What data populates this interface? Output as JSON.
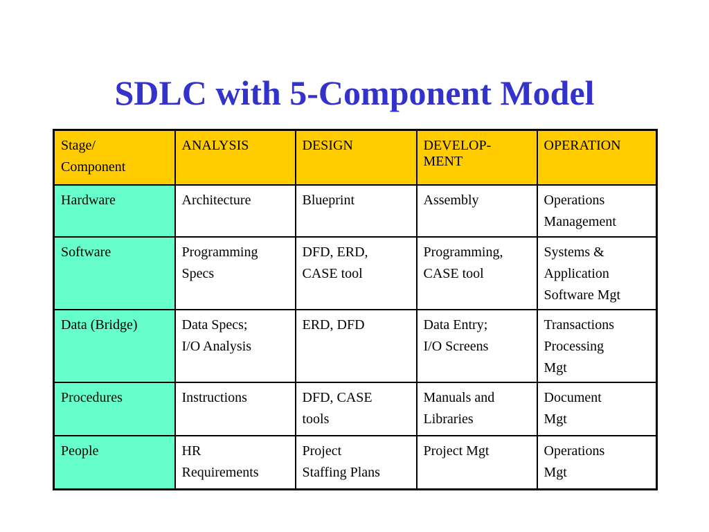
{
  "slide": {
    "title": "SDLC with 5-Component Model"
  },
  "table": {
    "header": {
      "corner": [
        "Stage/",
        "Component"
      ],
      "stages": [
        [
          "ANALYSIS"
        ],
        [
          "DESIGN"
        ],
        [
          "DEVELOP-",
          "MENT"
        ],
        [
          "OPERATION"
        ]
      ]
    },
    "rows": [
      {
        "component": "Hardware",
        "cells": [
          [
            "Architecture"
          ],
          [
            "Blueprint"
          ],
          [
            "Assembly"
          ],
          [
            "Operations",
            "Management"
          ]
        ]
      },
      {
        "component": "Software",
        "cells": [
          [
            "Programming",
            "Specs"
          ],
          [
            "DFD, ERD,",
            "CASE tool"
          ],
          [
            "Programming,",
            "CASE tool"
          ],
          [
            "Systems &",
            "Application",
            "Software Mgt"
          ]
        ]
      },
      {
        "component": "Data (Bridge)",
        "cells": [
          [
            "Data Specs;",
            "I/O Analysis"
          ],
          [
            "ERD, DFD"
          ],
          [
            "Data Entry;",
            "I/O Screens"
          ],
          [
            "Transactions",
            "Processing",
            "Mgt"
          ]
        ]
      },
      {
        "component": "Procedures",
        "cells": [
          [
            "Instructions"
          ],
          [
            "DFD, CASE",
            "tools"
          ],
          [
            "Manuals and",
            "Libraries"
          ],
          [
            "Document",
            "Mgt"
          ]
        ]
      },
      {
        "component": "People",
        "cells": [
          [
            "HR",
            "Requirements"
          ],
          [
            "Project",
            "Staffing Plans"
          ],
          [
            "Project Mgt"
          ],
          [
            "Operations",
            "Mgt"
          ]
        ]
      }
    ]
  },
  "colors": {
    "title": "#3333cc",
    "header_fill": "#ffcc00",
    "component_fill": "#66ffcc",
    "cell_fill": "#ffffff",
    "border": "#000000"
  }
}
